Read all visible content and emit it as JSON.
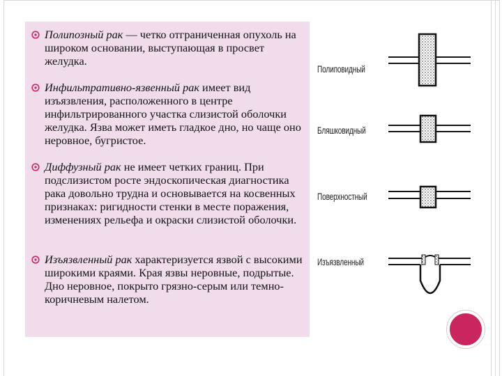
{
  "items": [
    {
      "italic": "Полипозный рак",
      "text": " — четко отграниченная опухоль на широком основании, выступающая в просвет желудка."
    },
    {
      "italic": "Инфильтративно-язвенный рак",
      "text": " имеет вид изъязвления, расположенного в центре инфильтрированного участка слизистой оболочки желудка. Язва может иметь гладкое дно, но чаще оно неровное, бугристое."
    },
    {
      "italic": "Диффузный рак",
      "text": " не имеет четких границ. При подслизистом росте эндоскопическая диагностика рака довольно трудна и основывается на косвенных признаках: ригидности стенки в месте поражения, изменениях рельефа и окраски слизистой оболочки."
    },
    {
      "italic": "Изъязвленный рак",
      "text": " характеризуется язвой с высокими широкими краями. Края язвы неровные, подрытые. Дно неровное, покрыто грязно-серым или темно-коричневым налетом."
    }
  ],
  "figure_labels": [
    "Полиповидный",
    "Бляшковидный",
    "Поверхностный",
    "Изъязвленный"
  ],
  "colors": {
    "panel": "#f1dcec",
    "bullet": "#c9265f",
    "accent_circle": "#c9265f"
  }
}
